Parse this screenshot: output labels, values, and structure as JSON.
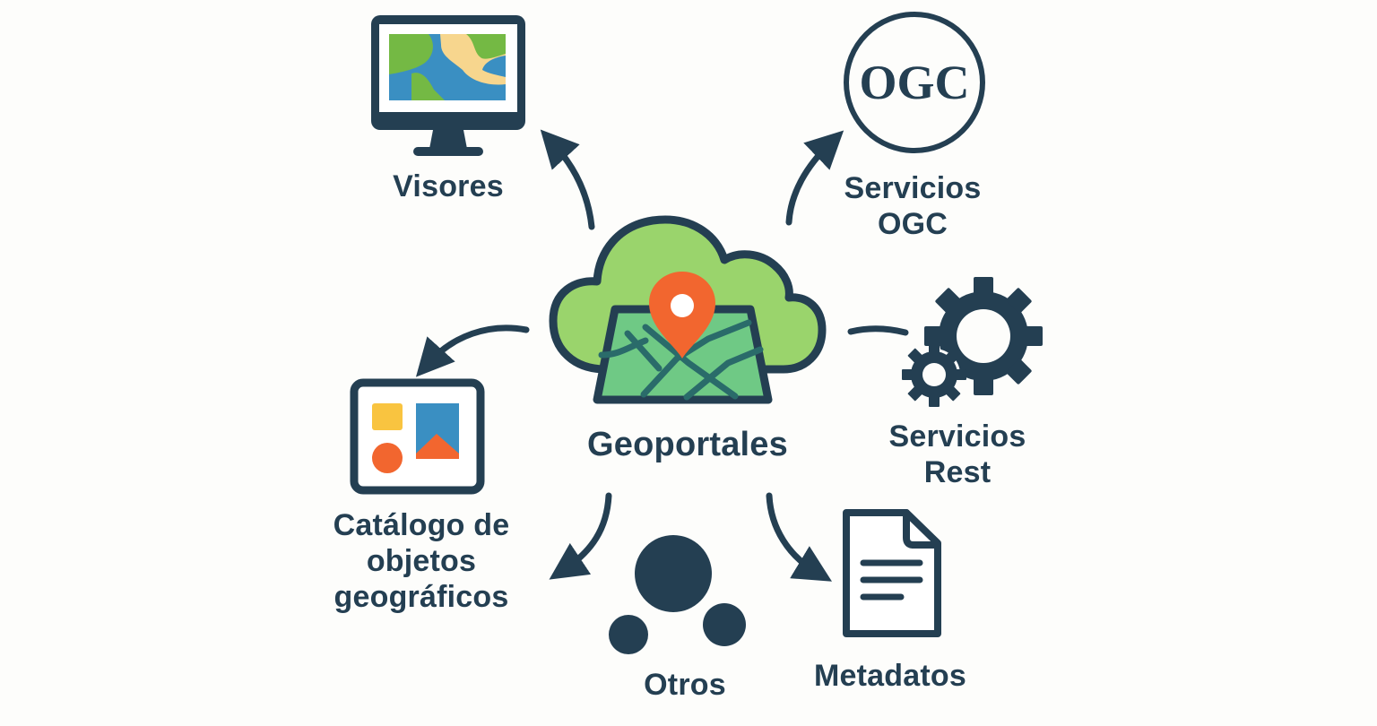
{
  "diagram": {
    "center": {
      "label": "Geoportales",
      "icon": "cloud-map-pin-icon"
    },
    "nodes": [
      {
        "id": "visores",
        "lines": [
          "Visores"
        ],
        "icon": "monitor-map-icon"
      },
      {
        "id": "ogc",
        "lines": [
          "Servicios",
          "OGC"
        ],
        "icon": "ogc-circle-icon",
        "icon_text": "OGC"
      },
      {
        "id": "rest",
        "lines": [
          "Servicios",
          "Rest"
        ],
        "icon": "gears-icon"
      },
      {
        "id": "catalogo",
        "lines": [
          "Catálogo de",
          "objetos",
          "geográficos"
        ],
        "icon": "catalog-shapes-icon"
      },
      {
        "id": "otros",
        "lines": [
          "Otros"
        ],
        "icon": "three-circles-icon"
      },
      {
        "id": "metadatos",
        "lines": [
          "Metadatos"
        ],
        "icon": "document-icon"
      }
    ],
    "colors": {
      "stroke": "#243f52",
      "cloud": "#9ad46c",
      "map": "#6fc985",
      "pin": "#f2662f",
      "water": "#3a8fc2",
      "land": "#74b944",
      "sand": "#f7d68e",
      "yellow": "#f9c440",
      "background": "#fdfdfb"
    }
  }
}
